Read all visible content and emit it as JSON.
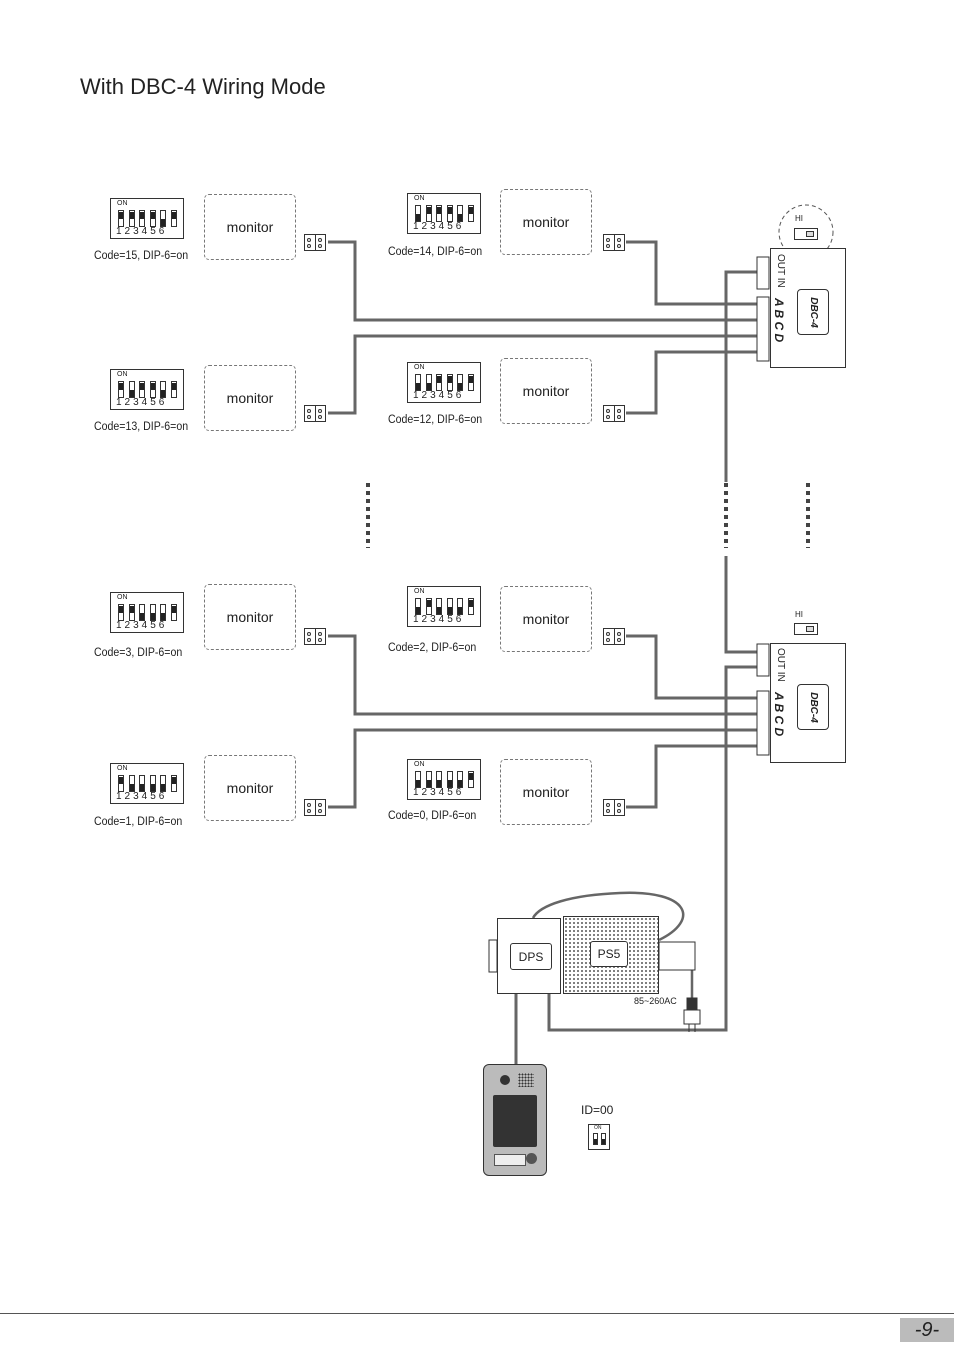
{
  "title": "With DBC-4  Wiring Mode",
  "monitor_label": "monitor",
  "dip_on": "ON",
  "dip_numbers": "123456",
  "units": [
    {
      "code": "Code=15, DIP-6=on",
      "dip": [
        1,
        1,
        1,
        1,
        0,
        1
      ]
    },
    {
      "code": "Code=14, DIP-6=on",
      "dip": [
        0,
        1,
        1,
        1,
        0,
        1
      ]
    },
    {
      "code": "Code=13, DIP-6=on",
      "dip": [
        1,
        0,
        1,
        1,
        0,
        1
      ]
    },
    {
      "code": "Code=12, DIP-6=on",
      "dip": [
        0,
        0,
        1,
        1,
        0,
        1
      ]
    },
    {
      "code": "Code=3, DIP-6=on",
      "dip": [
        1,
        1,
        0,
        0,
        0,
        1
      ]
    },
    {
      "code": "Code=2, DIP-6=on",
      "dip": [
        0,
        1,
        0,
        0,
        0,
        1
      ]
    },
    {
      "code": "Code=1, DIP-6=on",
      "dip": [
        1,
        0,
        0,
        0,
        0,
        1
      ]
    },
    {
      "code": "Code=0, DIP-6=on",
      "dip": [
        0,
        0,
        0,
        0,
        0,
        1
      ]
    }
  ],
  "dbc": {
    "label": "DBC-4",
    "out_in": "OUT  IN",
    "ports": "A  B  C  D",
    "hi": "HI"
  },
  "dps_label": "DPS",
  "ps5_label": "PS5",
  "ac_label": "85~260AC",
  "id_label": "ID=00",
  "id_dip_on": "ON",
  "page_number": "-9-"
}
